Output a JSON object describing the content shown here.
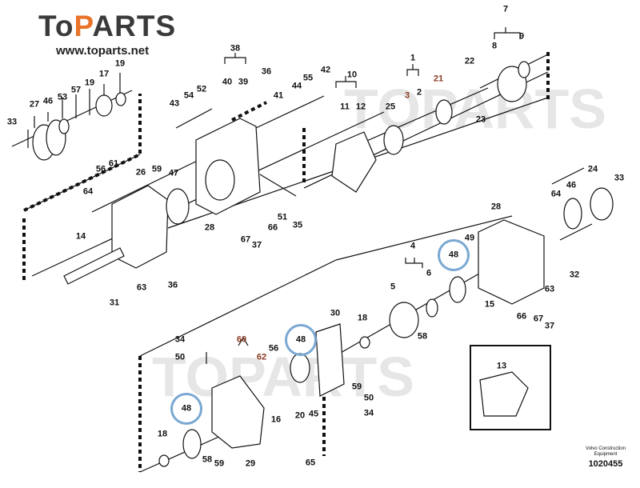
{
  "brand": {
    "left": "To",
    "accent": "P",
    "right": "ARTS",
    "url": "www.toparts.net",
    "accent_color": "#e8742a",
    "watermark_text": "ToPARTS"
  },
  "credit": {
    "line1": "Volvo Construction",
    "line2": "Equipment",
    "drawing_number": "1020455"
  },
  "highlight_color": "#7aa8d2",
  "labels": [
    {
      "id": "l33a",
      "text": "33"
    },
    {
      "id": "l27",
      "text": "27"
    },
    {
      "id": "l46a",
      "text": "46"
    },
    {
      "id": "l53",
      "text": "53"
    },
    {
      "id": "l57",
      "text": "57"
    },
    {
      "id": "l19a",
      "text": "19"
    },
    {
      "id": "l17",
      "text": "17"
    },
    {
      "id": "l19b",
      "text": "19"
    },
    {
      "id": "l43",
      "text": "43"
    },
    {
      "id": "l54",
      "text": "54"
    },
    {
      "id": "l52",
      "text": "52"
    },
    {
      "id": "l38",
      "text": "38"
    },
    {
      "id": "l40",
      "text": "40"
    },
    {
      "id": "l39",
      "text": "39"
    },
    {
      "id": "l36a",
      "text": "36"
    },
    {
      "id": "l41",
      "text": "41"
    },
    {
      "id": "l44",
      "text": "44"
    },
    {
      "id": "l55",
      "text": "55"
    },
    {
      "id": "l42",
      "text": "42"
    },
    {
      "id": "l10",
      "text": "10"
    },
    {
      "id": "l11",
      "text": "11"
    },
    {
      "id": "l12",
      "text": "12"
    },
    {
      "id": "l25",
      "text": "25"
    },
    {
      "id": "l1",
      "text": "1"
    },
    {
      "id": "l3",
      "text": "3",
      "red": true
    },
    {
      "id": "l2",
      "text": "2"
    },
    {
      "id": "l21",
      "text": "21",
      "red": true
    },
    {
      "id": "l22",
      "text": "22"
    },
    {
      "id": "l23",
      "text": "23"
    },
    {
      "id": "l7",
      "text": "7"
    },
    {
      "id": "l8",
      "text": "8"
    },
    {
      "id": "l9",
      "text": "9"
    },
    {
      "id": "l56a",
      "text": "56"
    },
    {
      "id": "l61",
      "text": "61"
    },
    {
      "id": "l26",
      "text": "26"
    },
    {
      "id": "l59a",
      "text": "59"
    },
    {
      "id": "l47",
      "text": "47"
    },
    {
      "id": "l64a",
      "text": "64"
    },
    {
      "id": "l14",
      "text": "14"
    },
    {
      "id": "l28a",
      "text": "28"
    },
    {
      "id": "l67a",
      "text": "67"
    },
    {
      "id": "l37a",
      "text": "37"
    },
    {
      "id": "l66a",
      "text": "66"
    },
    {
      "id": "l51",
      "text": "51"
    },
    {
      "id": "l35",
      "text": "35"
    },
    {
      "id": "l63a",
      "text": "63"
    },
    {
      "id": "l36b",
      "text": "36"
    },
    {
      "id": "l31",
      "text": "31"
    },
    {
      "id": "l24",
      "text": "24"
    },
    {
      "id": "l33b",
      "text": "33"
    },
    {
      "id": "l46b",
      "text": "46"
    },
    {
      "id": "l64b",
      "text": "64"
    },
    {
      "id": "l28b",
      "text": "28"
    },
    {
      "id": "l49",
      "text": "49"
    },
    {
      "id": "l32",
      "text": "32"
    },
    {
      "id": "l63b",
      "text": "63"
    },
    {
      "id": "l15",
      "text": "15"
    },
    {
      "id": "l66b",
      "text": "66"
    },
    {
      "id": "l67b",
      "text": "67"
    },
    {
      "id": "l37b",
      "text": "37"
    },
    {
      "id": "l4",
      "text": "4"
    },
    {
      "id": "l5",
      "text": "5"
    },
    {
      "id": "l6",
      "text": "6"
    },
    {
      "id": "l58a",
      "text": "58"
    },
    {
      "id": "l48a",
      "text": "48",
      "highlighted": true
    },
    {
      "id": "l30",
      "text": "30"
    },
    {
      "id": "l18a",
      "text": "18"
    },
    {
      "id": "l34a",
      "text": "34"
    },
    {
      "id": "l50a",
      "text": "50"
    },
    {
      "id": "l60",
      "text": "60",
      "red": true
    },
    {
      "id": "l62",
      "text": "62",
      "red": true
    },
    {
      "id": "l56b",
      "text": "56"
    },
    {
      "id": "l48b",
      "text": "48",
      "highlighted": true
    },
    {
      "id": "l59b",
      "text": "59"
    },
    {
      "id": "l50b",
      "text": "50"
    },
    {
      "id": "l34b",
      "text": "34"
    },
    {
      "id": "l16",
      "text": "16"
    },
    {
      "id": "l20",
      "text": "20"
    },
    {
      "id": "l45",
      "text": "45"
    },
    {
      "id": "l48c",
      "text": "48",
      "highlighted": true
    },
    {
      "id": "l18b",
      "text": "18"
    },
    {
      "id": "l58b",
      "text": "58"
    },
    {
      "id": "l59c",
      "text": "59"
    },
    {
      "id": "l29",
      "text": "29"
    },
    {
      "id": "l65",
      "text": "65"
    },
    {
      "id": "l13",
      "text": "13"
    }
  ]
}
